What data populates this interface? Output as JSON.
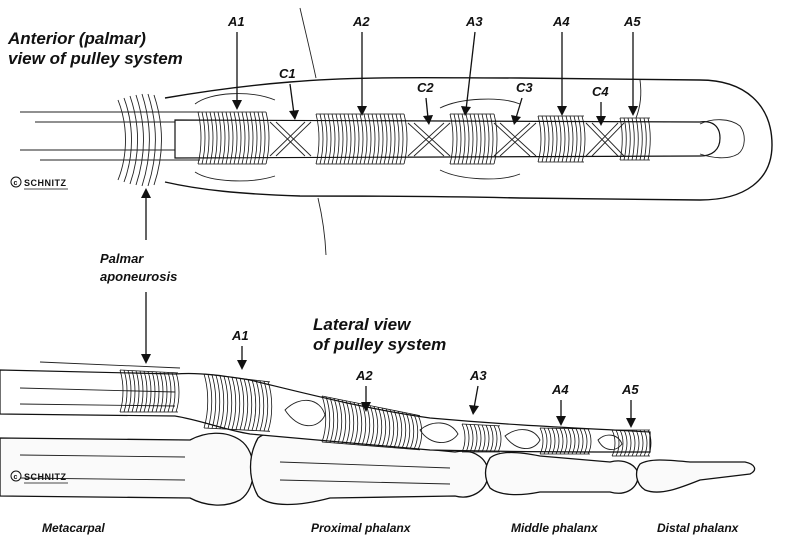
{
  "titles": {
    "anterior_line1": "Anterior (palmar)",
    "anterior_line2": "view of pulley system",
    "lateral_line1": "Lateral view",
    "lateral_line2": "of pulley system"
  },
  "palmar_aponeurosis": {
    "line1": "Palmar",
    "line2": "aponeurosis"
  },
  "signature": "SCHNITZ",
  "anterior_pulleys": {
    "a1": "A1",
    "a2": "A2",
    "a3": "A3",
    "a4": "A4",
    "a5": "A5",
    "c1": "C1",
    "c2": "C2",
    "c3": "C3",
    "c4": "C4"
  },
  "lateral_pulleys": {
    "a1": "A1",
    "a2": "A2",
    "a3": "A3",
    "a4": "A4",
    "a5": "A5"
  },
  "bones": {
    "metacarpal": "Metacarpal",
    "proximal": "Proximal phalanx",
    "middle": "Middle phalanx",
    "distal": "Distal phalanx"
  }
}
